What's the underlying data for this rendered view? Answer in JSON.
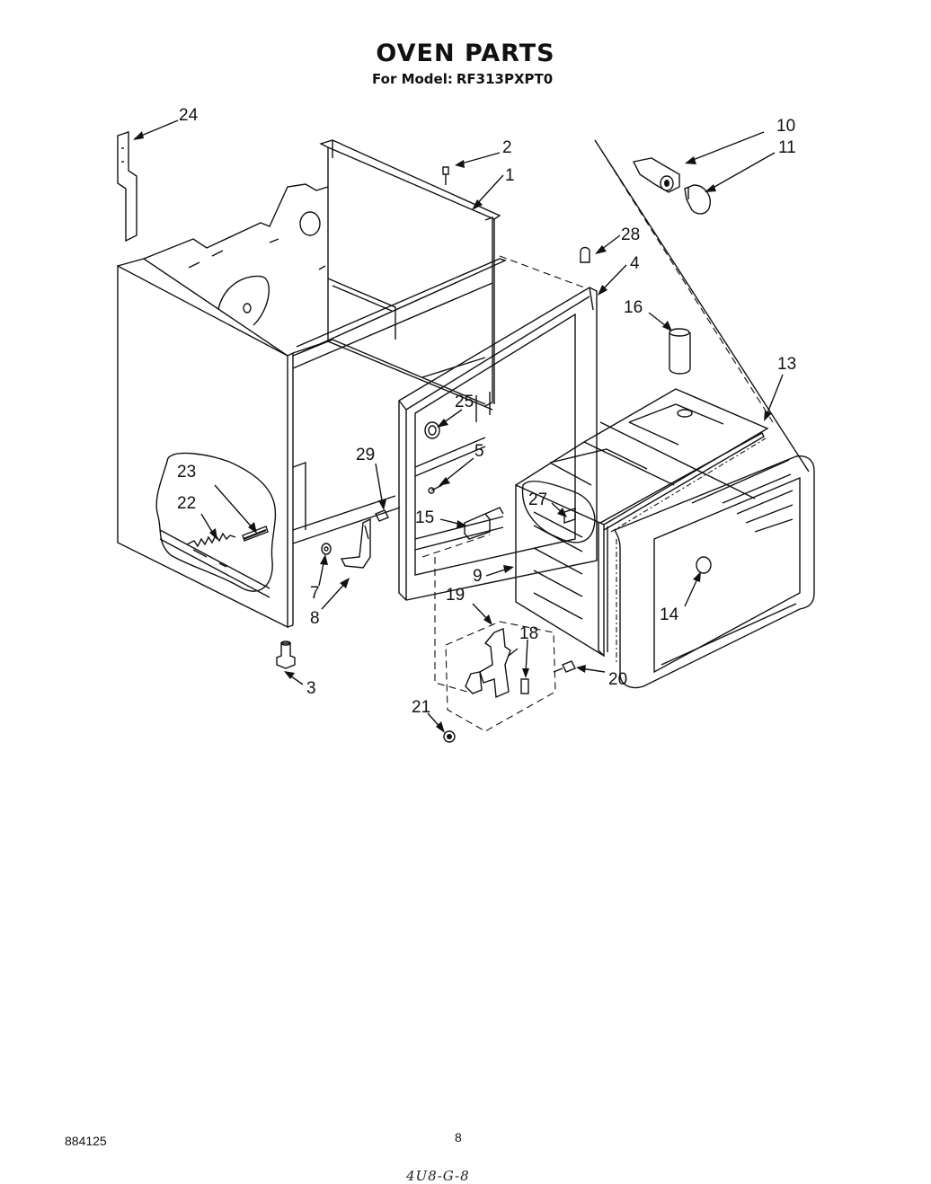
{
  "header": {
    "title": "OVEN PARTS",
    "model_prefix": "For Model:",
    "model": "RF313PXPT0"
  },
  "footer": {
    "doc_number": "884125",
    "page": "8",
    "handwritten": "4U8-G-8"
  },
  "callouts": {
    "c1": "1",
    "c2": "2",
    "c3": "3",
    "c4": "4",
    "c5": "5",
    "c7": "7",
    "c8": "8",
    "c9": "9",
    "c10": "10",
    "c11": "11",
    "c13": "13",
    "c14": "14",
    "c15": "15",
    "c16": "16",
    "c18": "18",
    "c19": "19",
    "c20": "20",
    "c21": "21",
    "c22": "22",
    "c23": "23",
    "c24": "24",
    "c25": "25",
    "c27": "27",
    "c28": "28",
    "c29": "29"
  }
}
